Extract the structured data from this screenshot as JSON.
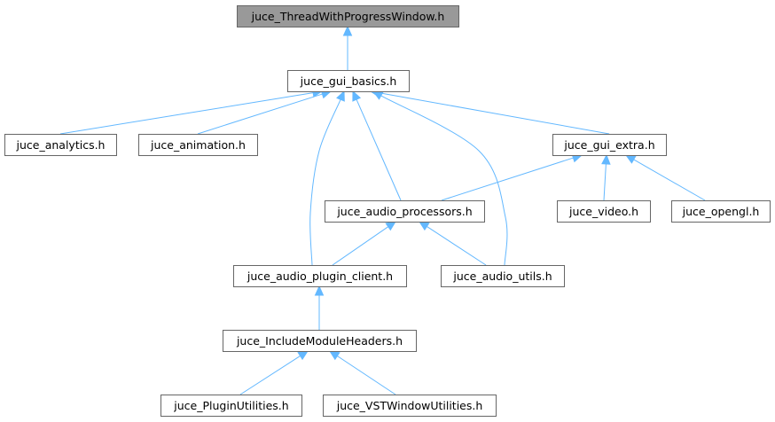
{
  "diagram": {
    "type": "include-dependency-graph",
    "colors": {
      "edge": "#63b8ff",
      "node_border": "#666666",
      "node_fill": "#ffffff",
      "root_fill": "#999999",
      "text": "#000000"
    },
    "nodes": [
      {
        "id": "n0",
        "label": "juce_ThreadWithProgressWindow.h",
        "root": true
      },
      {
        "id": "n1",
        "label": "juce_gui_basics.h"
      },
      {
        "id": "n2",
        "label": "juce_analytics.h"
      },
      {
        "id": "n3",
        "label": "juce_animation.h"
      },
      {
        "id": "n4",
        "label": "juce_gui_extra.h"
      },
      {
        "id": "n5",
        "label": "juce_audio_processors.h"
      },
      {
        "id": "n6",
        "label": "juce_video.h"
      },
      {
        "id": "n7",
        "label": "juce_opengl.h"
      },
      {
        "id": "n8",
        "label": "juce_audio_plugin_client.h"
      },
      {
        "id": "n9",
        "label": "juce_audio_utils.h"
      },
      {
        "id": "n10",
        "label": "juce_IncludeModuleHeaders.h"
      },
      {
        "id": "n11",
        "label": "juce_PluginUtilities.h"
      },
      {
        "id": "n12",
        "label": "juce_VSTWindowUtilities.h"
      }
    ],
    "edges": [
      {
        "from": "n1",
        "to": "n0"
      },
      {
        "from": "n2",
        "to": "n1"
      },
      {
        "from": "n3",
        "to": "n1"
      },
      {
        "from": "n4",
        "to": "n1"
      },
      {
        "from": "n5",
        "to": "n1"
      },
      {
        "from": "n8",
        "to": "n1"
      },
      {
        "from": "n9",
        "to": "n1"
      },
      {
        "from": "n5",
        "to": "n4"
      },
      {
        "from": "n6",
        "to": "n4"
      },
      {
        "from": "n7",
        "to": "n4"
      },
      {
        "from": "n8",
        "to": "n5"
      },
      {
        "from": "n9",
        "to": "n5"
      },
      {
        "from": "n10",
        "to": "n8"
      },
      {
        "from": "n11",
        "to": "n10"
      },
      {
        "from": "n12",
        "to": "n10"
      }
    ]
  }
}
